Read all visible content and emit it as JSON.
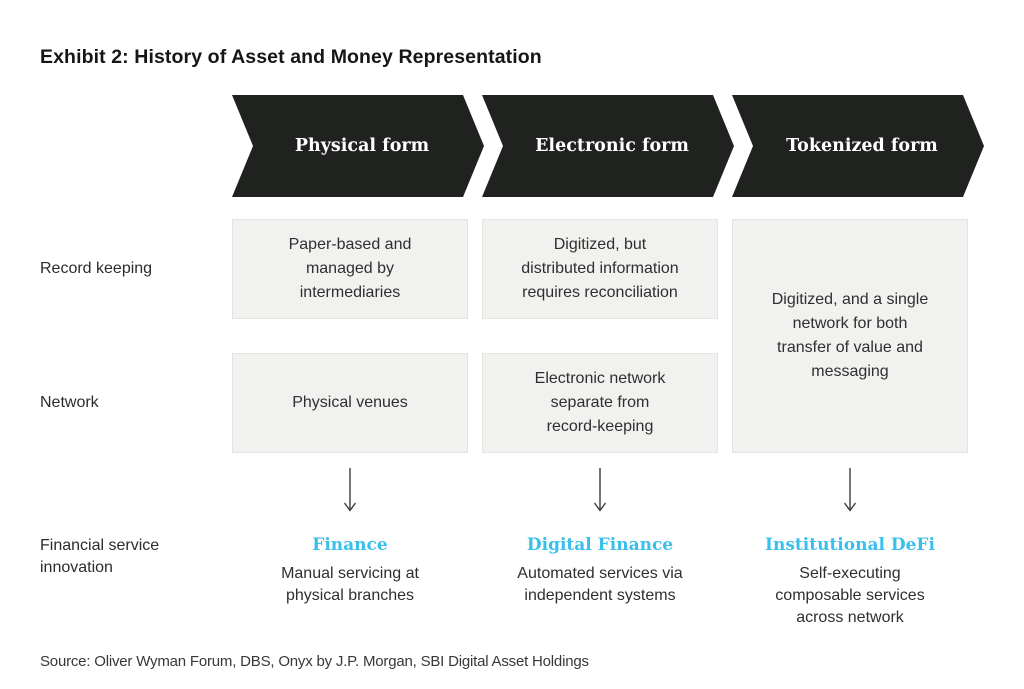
{
  "title": "Exhibit 2: History of Asset and Money Representation",
  "colors": {
    "chevron_background": "#1f221f",
    "box_background": "#f1f1ef",
    "accent_cyan": "#38bfec"
  },
  "row_labels": {
    "record_keeping": "Record keeping",
    "network": "Network",
    "innovation": "Financial service\ninnovation"
  },
  "columns": [
    {
      "form": "Physical form",
      "record_keeping": "Paper-based and\nmanaged by\nintermediaries",
      "network": "Physical venues",
      "innovation_title": "Finance",
      "innovation_desc": "Manual servicing at\nphysical branches"
    },
    {
      "form": "Electronic form",
      "record_keeping": "Digitized, but\ndistributed information\nrequires reconciliation",
      "network": "Electronic network\nseparate from\nrecord-keeping",
      "innovation_title": "Digital Finance",
      "innovation_desc": "Automated services via\nindependent systems"
    },
    {
      "form": "Tokenized form",
      "combined": "Digitized, and a single\nnetwork for both\ntransfer of value and\nmessaging",
      "innovation_title": "Institutional DeFi",
      "innovation_desc": "Self-executing\ncomposable services\nacross network"
    }
  ],
  "source": "Source: Oliver Wyman Forum, DBS, Onyx by J.P. Morgan, SBI Digital Asset Holdings"
}
